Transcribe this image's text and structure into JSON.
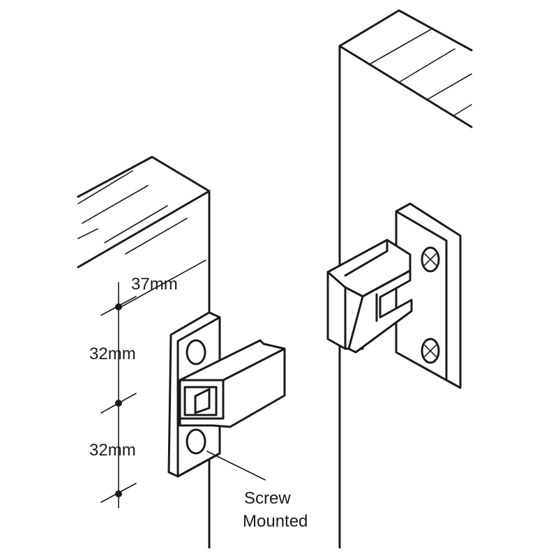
{
  "labels": {
    "horizontal_offset": "37mm",
    "upper_spacing": "32mm",
    "lower_spacing": "32mm",
    "mount_line1": "Screw",
    "mount_line2": "Mounted"
  },
  "colors": {
    "line": "#1a1a1a",
    "background": "#ffffff"
  }
}
